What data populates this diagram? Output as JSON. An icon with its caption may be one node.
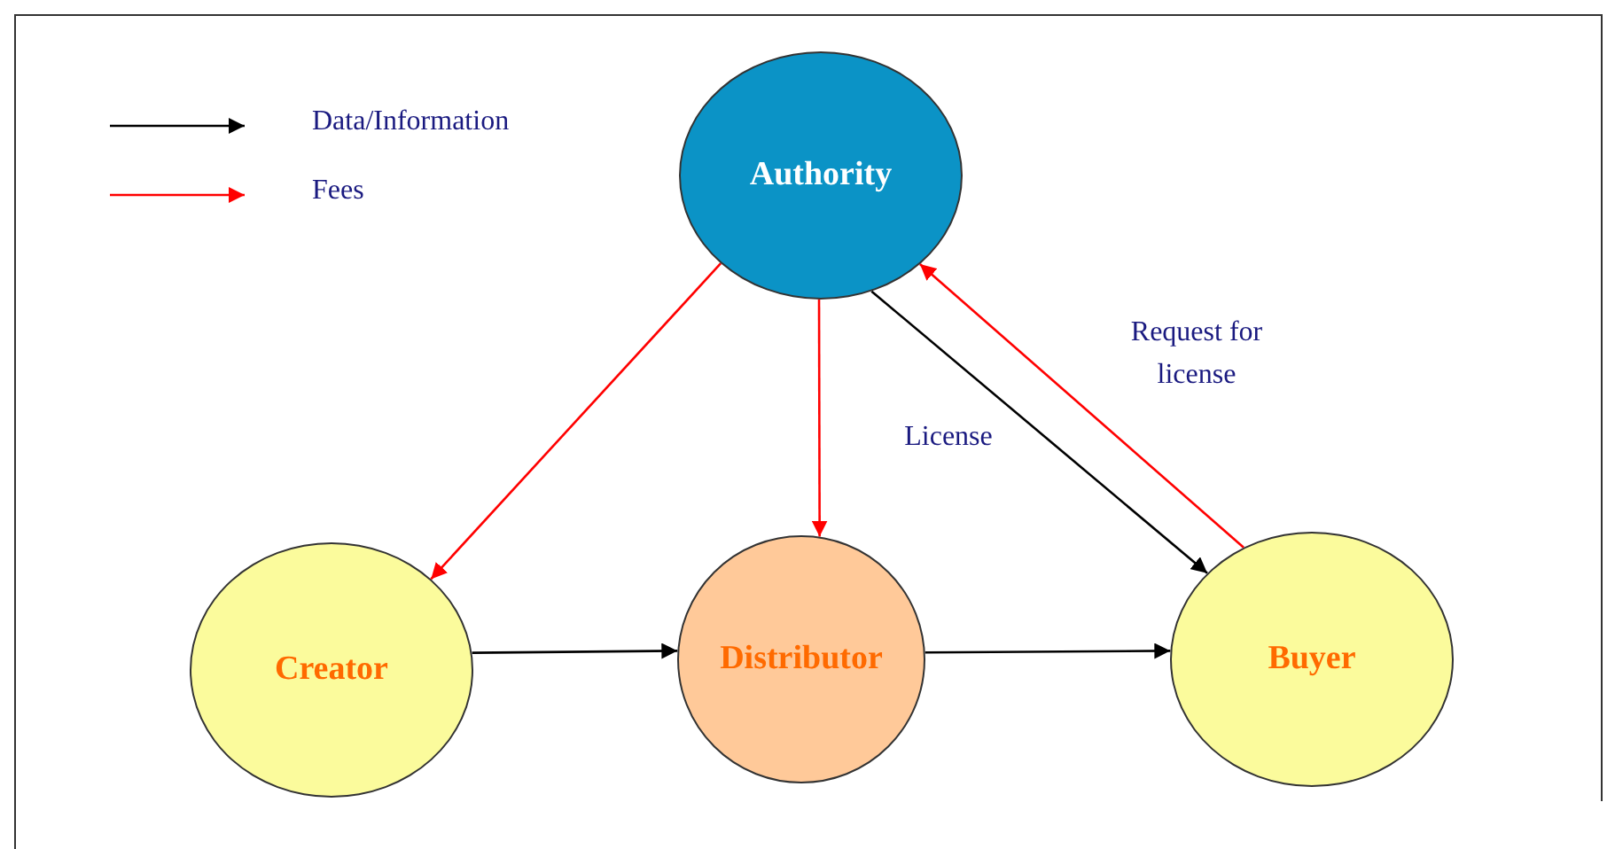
{
  "diagram": {
    "nodes": [
      {
        "text": [
          "Authority"
        ]
      },
      {
        "text": [
          "Creator"
        ]
      },
      {
        "text": [
          "Distributor"
        ]
      },
      {
        "text": [
          "Buyer"
        ]
      }
    ],
    "edges": [
      {
        "from": 0,
        "to": 1,
        "arrow": "to",
        "color": "#ff0000"
      },
      {
        "from": 0,
        "to": 2,
        "arrow": "to",
        "color": "#ff0000"
      },
      {
        "from": 0,
        "to": 3,
        "arrow": "to",
        "label": "License",
        "color": "#000000"
      },
      {
        "from": 3,
        "to": 0,
        "arrow": "to",
        "label": "Request for license",
        "color": "#ff0000"
      },
      {
        "from": 1,
        "to": 2,
        "arrow": "to",
        "color": "#000000"
      },
      {
        "from": 2,
        "to": 3,
        "arrow": "to",
        "color": "#000000"
      }
    ],
    "legend": [
      {
        "text": "Data/Information"
      },
      {
        "text": "Fees"
      }
    ]
  }
}
